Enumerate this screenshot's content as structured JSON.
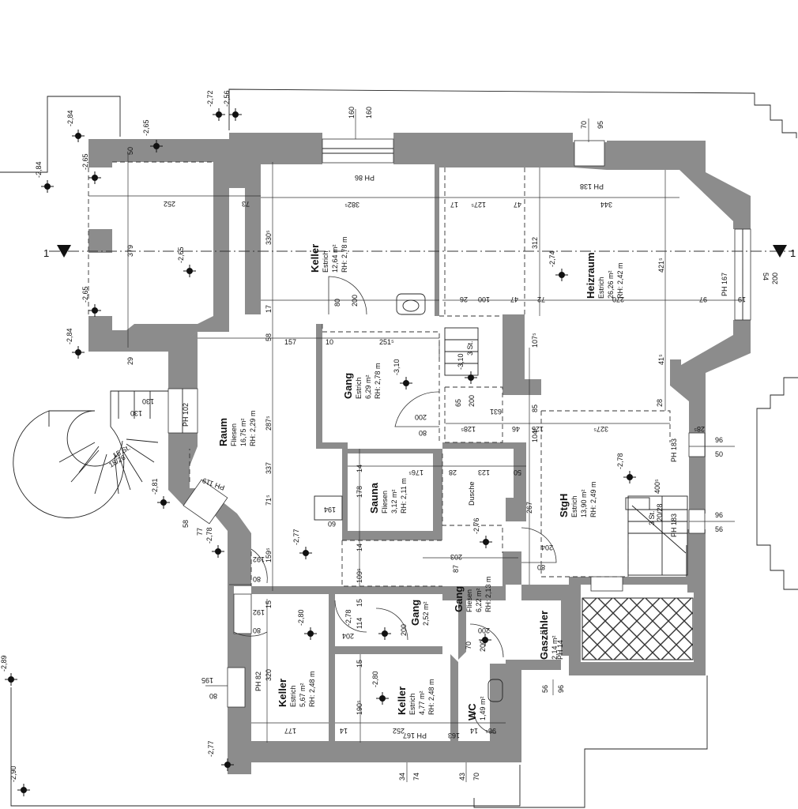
{
  "section_marker": "1",
  "rooms": [
    {
      "name": "Keller",
      "floor": "Estrich",
      "area": "12,64 m²",
      "height": "RH: 2,78 m"
    },
    {
      "name": "Heizraum",
      "floor": "Estrich",
      "area": "26,26 m²",
      "height": "RH: 2,42 m"
    },
    {
      "name": "Gang",
      "floor": "Estrich",
      "area": "6,29 m²",
      "height": "RH: 2,78 m"
    },
    {
      "name": "Raum",
      "floor": "Fliesen",
      "area": "16,75 m²",
      "height": "RH: 2,29 m"
    },
    {
      "name": "Sauna",
      "floor": "Fliesen",
      "area": "3,12 m²",
      "height": "RH: 2,11 m"
    },
    {
      "name": "StgH",
      "floor": "Estrich",
      "area": "13,90 m²",
      "height": "RH: 2,49 m"
    },
    {
      "name": "Gang",
      "floor": "Fliesen",
      "area": "6,22 m²",
      "height": "RH: 2,13 m"
    },
    {
      "name": "Gang",
      "floor": "",
      "area": "2,52 m²",
      "height": ""
    },
    {
      "name": "Gaszähler",
      "floor": "",
      "area": "2,14 m²",
      "height": ""
    },
    {
      "name": "Keller",
      "floor": "Estrich",
      "area": "5,67 m²",
      "height": "RH: 2,48 m"
    },
    {
      "name": "Keller",
      "floor": "Estrich",
      "area": "4,77 m²",
      "height": "RH: 2,48 m"
    },
    {
      "name": "WC",
      "floor": "",
      "area": "1,49 m²",
      "height": ""
    }
  ],
  "labels": {
    "dusche": "Dusche",
    "stairs_a": "15 St.",
    "stairs_b": "18/26",
    "stairs_c": "3 St.",
    "stairs_d": "3 St.",
    "stairs_e": "20/28",
    "ph_86": "PH 86",
    "ph_138": "PH 138",
    "ph_167": "PH 167",
    "ph_102": "PH 102",
    "ph_119": "PH 119",
    "ph_183a": "PH 183",
    "ph_183b": "PH 183",
    "ph_82": "PH 82",
    "ph_167b": "PH 167",
    "ph_14": "PH 14"
  },
  "levels": [
    "-2,84",
    "-2,65",
    "-2,84",
    "-2,65",
    "-2,65",
    "-2,72",
    "-2,56",
    "-2,65",
    "-2,84",
    "-2,74",
    "-3,10",
    "-3,10",
    "-2,78",
    "-2,81",
    "-2,78",
    "-2,77",
    "-2,76",
    "-2,80",
    "-2,80",
    "-2,78",
    "-2,89",
    "-2,77",
    "-2,90"
  ],
  "dimensions": {
    "top_160a": "160",
    "top_160b": "160",
    "top_70": "70",
    "top_95": "95",
    "d50": "50",
    "d252": "252",
    "d73": "73",
    "d382": "382⁵",
    "d17": "17",
    "d127": "127⁵",
    "d47": "47",
    "d344": "344",
    "d379": "379",
    "d330": "330⁵",
    "d312": "312",
    "d421": "421⁵",
    "d200a": "200",
    "d54": "54",
    "d80a": "80",
    "d200b": "200",
    "d17b": "17",
    "d100": "100",
    "d26": "26",
    "d47b": "47",
    "d72": "72",
    "d270": "270",
    "d97": "97",
    "d19": "19",
    "d58": "58",
    "d157": "157",
    "d10": "10",
    "d251": "251⁵",
    "d29": "29",
    "d107": "107⁵",
    "d41": "41⁵",
    "d130": "130",
    "d287": "287⁵",
    "d200c": "200",
    "d80b": "80",
    "d65": "65",
    "d200d": "200",
    "d128": "128⁵",
    "d631": "631",
    "d46": "46",
    "d125": "125",
    "d28": "28",
    "d327": "327⁵",
    "d28b": "28⁵",
    "d104": "104⁵",
    "d85": "85",
    "d96a": "96",
    "d50b": "50",
    "d337": "337",
    "d14a": "14",
    "d176": "176⁵",
    "d28c": "28",
    "d123": "123",
    "d50c": "50",
    "d400": "400⁵",
    "d178": "178",
    "d71": "71⁵",
    "d194": "194",
    "d60": "60",
    "d267": "267",
    "d96b": "96",
    "d56": "56",
    "d58b": "58",
    "d77": "77",
    "d159": "159⁵",
    "d14b": "14",
    "d109": "109⁵",
    "d203": "203",
    "d87": "87",
    "d204a": "204",
    "d80c": "80",
    "d192a": "192",
    "d80d": "80",
    "d15": "15",
    "d192b": "192",
    "d80e": "80",
    "d204b": "204",
    "d15b": "15",
    "d114": "114",
    "d200e": "200",
    "d200f": "200",
    "d70": "70",
    "d200g": "200",
    "d195": "195",
    "d80f": "80",
    "d320": "320",
    "d15c": "15",
    "d190": "190⁵",
    "d56b": "56",
    "d96c": "96",
    "d177": "177",
    "d14c": "14",
    "d252b": "252",
    "d163": "163",
    "d14d": "14",
    "d96d": "96⁵",
    "b34": "34",
    "b74": "74",
    "b43": "43",
    "b70": "70",
    "d130b": "130"
  }
}
